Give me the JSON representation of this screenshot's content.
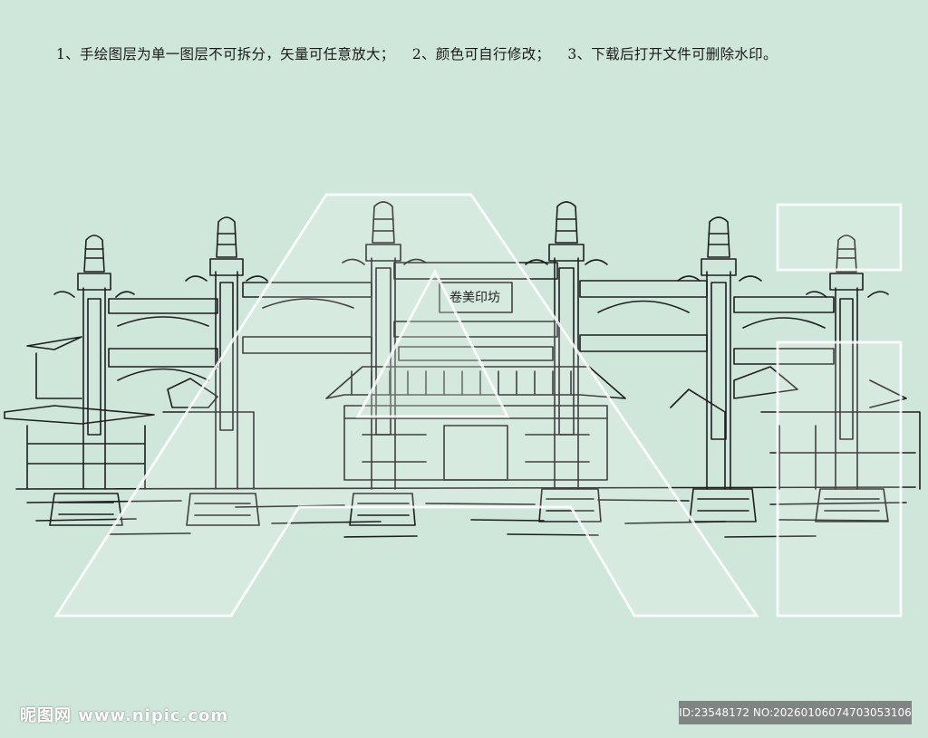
{
  "instructions": [
    "1、手绘图层为单一图层不可拆分，矢量可任意放大；",
    "2、颜色可自行修改；",
    "3、下载后打开文件可删除水印。"
  ],
  "plaque_text": "卷美印坊",
  "watermark": {
    "site": "昵图网 www.nipic.com",
    "id_text": "ID:23548172 NO:20260106074703053106"
  },
  "colors": {
    "background": "#cfe6da",
    "line": "#1f1f1f",
    "overlay": "#ffffff"
  }
}
